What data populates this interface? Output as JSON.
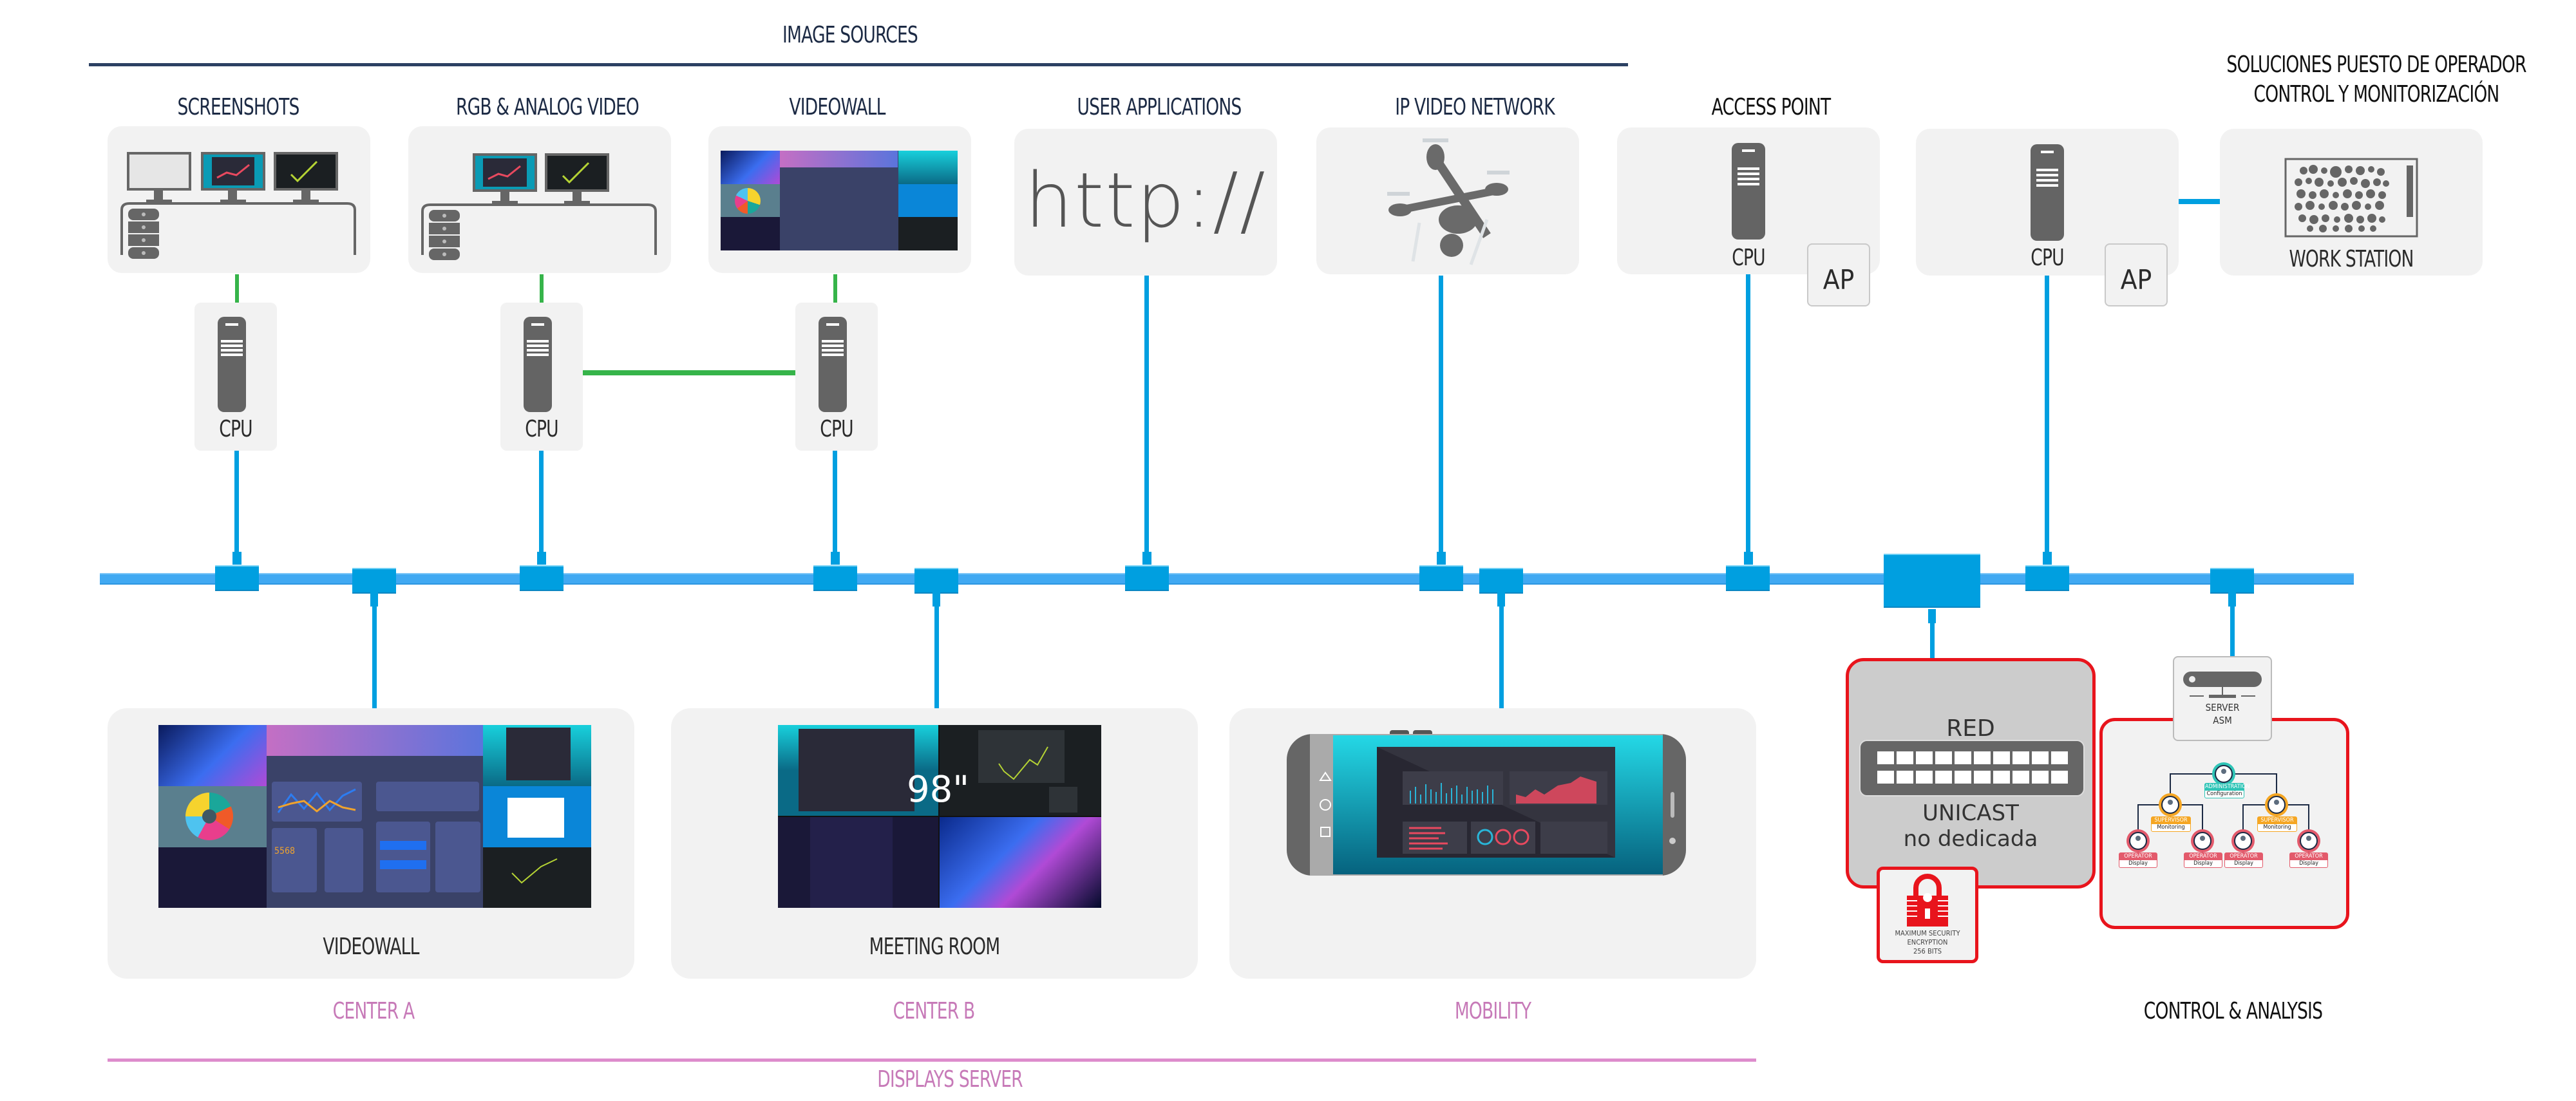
{
  "header": {
    "image_sources_title": "IMAGE SOURCES",
    "operator_title_line1": "SOLUCIONES PUESTO DE OPERADOR",
    "operator_title_line2": "CONTROL Y MONITORIZACIÓN"
  },
  "sources": [
    {
      "label": "SCREENSHOTS",
      "icon": "desk-monitors-icon"
    },
    {
      "label": "RGB & ANALOG VIDEO",
      "icon": "desk-monitors-icon"
    },
    {
      "label": "VIDEOWALL",
      "icon": "videowall-icon"
    },
    {
      "label": "USER APPLICATIONS",
      "icon": "http-icon",
      "text": "http://"
    },
    {
      "label": "IP VIDEO NETWORK",
      "icon": "drone-icon"
    },
    {
      "label": "ACCESS POINT",
      "icon": "cpu-tower-icon"
    }
  ],
  "cpu": {
    "label": "CPU",
    "ap_label": "AP"
  },
  "workstation": {
    "label": "WORK STATION",
    "icon": "workstation-icon"
  },
  "displays": [
    {
      "label": "VIDEOWALL",
      "group": "CENTER A"
    },
    {
      "label": "MEETING ROOM",
      "group": "CENTER B",
      "size_badge": "98\""
    },
    {
      "label": "",
      "group": "MOBILITY"
    }
  ],
  "displays_server_label": "DISPLAYS SERVER",
  "network": {
    "title": "RED",
    "line1": "UNICAST",
    "line2": "no dedicada",
    "security_line1": "MAXIMUM SECURITY",
    "security_line2": "ENCRYPTION",
    "security_line3": "256 BITS"
  },
  "control": {
    "server_line1": "SERVER",
    "server_line2": "ASM",
    "title": "CONTROL & ANALYSIS",
    "tree": {
      "admin": {
        "role": "ADMINISTRATION",
        "task": "Configuration"
      },
      "supervisor": {
        "role": "SUPERVISOR",
        "task": "Monitoring"
      },
      "operator": {
        "role": "OPERATOR",
        "task": "Display"
      }
    }
  },
  "colors": {
    "network_blue": "#009fe0",
    "bus_blue": "#41a9f2",
    "link_green": "#36b44a",
    "alert_red": "#e8141c",
    "display_pink": "#c77ab8",
    "header_navy": "#1c2a44",
    "admin_teal": "#2ec4b6",
    "supervisor_orange": "#f5a623",
    "operator_red": "#e35a6b"
  }
}
